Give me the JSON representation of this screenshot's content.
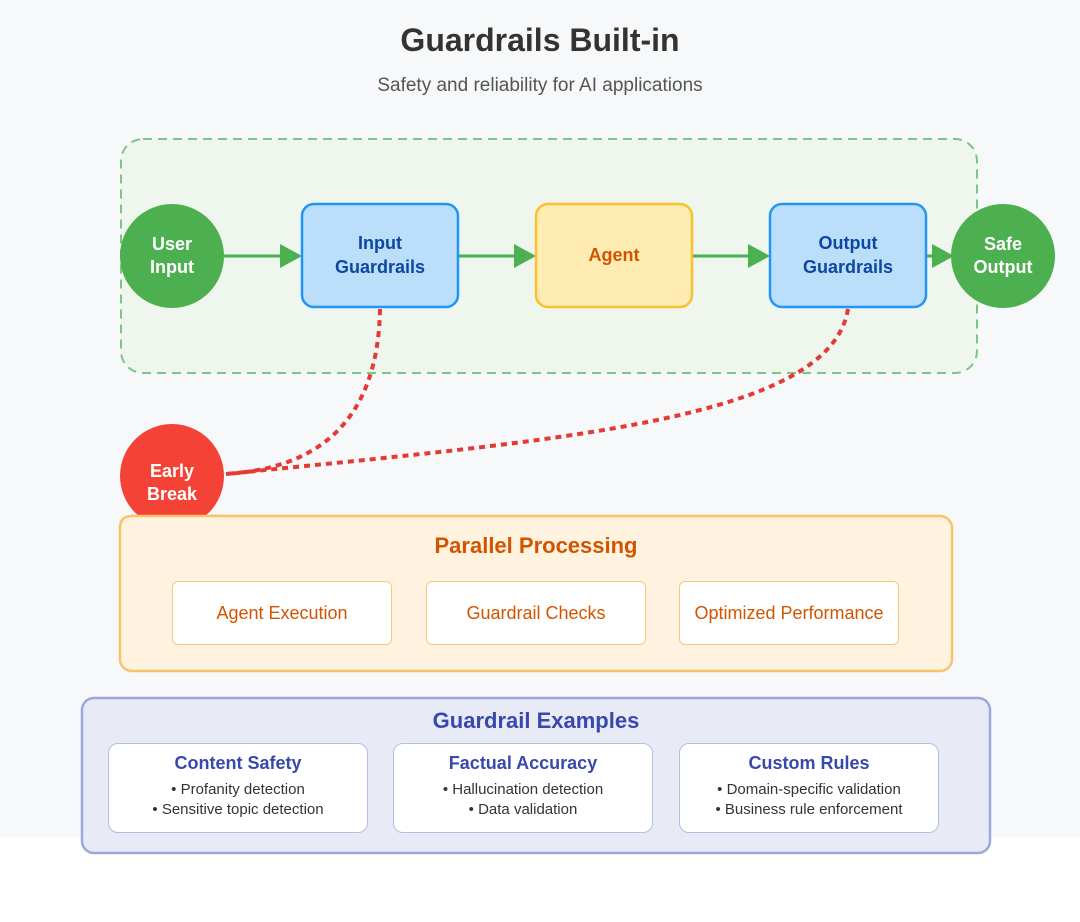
{
  "header": {
    "title": "Guardrails Built-in",
    "subtitle": "Safety and reliability for AI applications"
  },
  "flow": {
    "user_input": "User\nInput",
    "input_guardrails": "Input\nGuardrails",
    "agent": "Agent",
    "output_guardrails": "Output\nGuardrails",
    "safe_output": "Safe\nOutput",
    "early_break": "Early\nBreak"
  },
  "colors": {
    "green": "#4caf50",
    "blue_fill": "#bbdefb",
    "blue_stroke": "#2196f3",
    "blue_text": "#0d47a1",
    "yellow_fill": "#ffecb3",
    "yellow_stroke": "#fbc02d",
    "orange_text": "#d35400",
    "red": "#f44336",
    "indigo": "#3949ab"
  },
  "parallel_processing": {
    "title": "Parallel Processing",
    "items": [
      "Agent Execution",
      "Guardrail Checks",
      "Optimized Performance"
    ]
  },
  "guardrail_examples": {
    "title": "Guardrail Examples",
    "cards": [
      {
        "title": "Content Safety",
        "items": [
          "• Profanity detection",
          "• Sensitive topic detection"
        ]
      },
      {
        "title": "Factual Accuracy",
        "items": [
          "• Hallucination detection",
          "• Data validation"
        ]
      },
      {
        "title": "Custom Rules",
        "items": [
          "• Domain-specific validation",
          "• Business rule enforcement"
        ]
      }
    ]
  }
}
